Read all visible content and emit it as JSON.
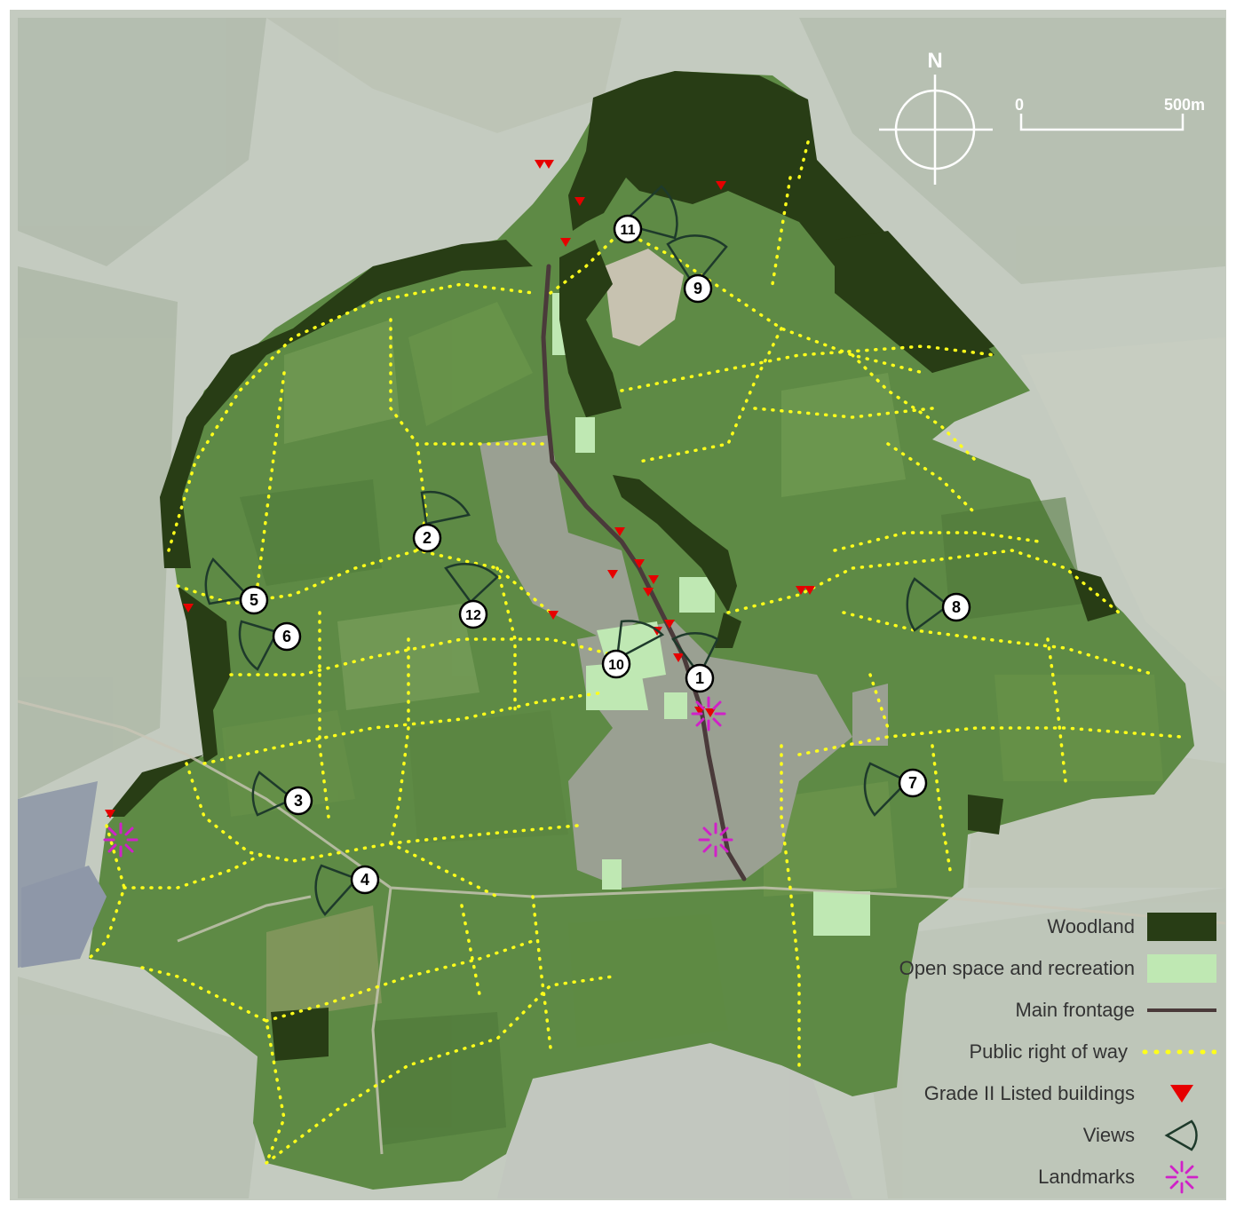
{
  "scale_bar": {
    "start_label": "0",
    "end_label": "500m"
  },
  "compass": {
    "label": "N"
  },
  "legend": {
    "items": [
      {
        "label": "Woodland",
        "symbol": "woodland",
        "color": "#283d15"
      },
      {
        "label": "Open space and recreation",
        "symbol": "open-space",
        "color": "#bfe8b3"
      },
      {
        "label": "Main frontage",
        "symbol": "main-frontage",
        "color": "#4a3a3a"
      },
      {
        "label": "Public right of way",
        "symbol": "public-right-of-way",
        "color": "#ffff1a"
      },
      {
        "label": "Grade II Listed buildings",
        "symbol": "listed-building",
        "color": "#e60000"
      },
      {
        "label": "Views",
        "symbol": "view",
        "color": "#1e3a2b"
      },
      {
        "label": "Landmarks",
        "symbol": "landmark",
        "color": "#d021c8"
      }
    ]
  },
  "viewpoints": [
    "1",
    "2",
    "3",
    "4",
    "5",
    "6",
    "7",
    "8",
    "9",
    "10",
    "11",
    "12"
  ],
  "colors": {
    "aerial_base": "#c4cbc0",
    "study_area": "#5e8a45",
    "settlement": "#9aa092",
    "woodland": "#283d15",
    "open_space": "#bfe8b3",
    "footpath": "#ffff1a",
    "frontage": "#4a3a3a",
    "listed": "#e60000",
    "view": "#1e3a2b",
    "landmark": "#d021c8"
  }
}
